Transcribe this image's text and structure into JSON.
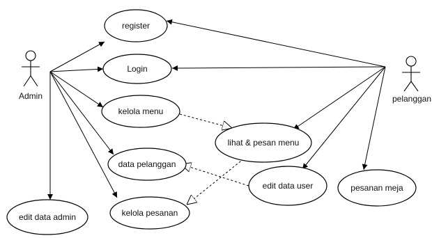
{
  "actors": {
    "admin": "Admin",
    "pelanggan": "pelanggan"
  },
  "use_cases": {
    "register": "register",
    "login": "Login",
    "kelola_menu": "kelola menu",
    "lihat_pesan_menu": "lihat & pesan menu",
    "data_pelanggan": "data pelanggan",
    "edit_data_user": "edit data user",
    "pesanan_meja": "pesanan meja",
    "edit_data_admin": "edit data admin",
    "kelola_pesanan": "kelola pesanan"
  },
  "associations": {
    "admin": [
      "register",
      "login",
      "kelola_menu",
      "data_pelanggan",
      "kelola_pesanan",
      "edit_data_admin"
    ],
    "pelanggan": [
      "register",
      "login",
      "lihat_pesan_menu",
      "edit_data_user",
      "pesanan_meja"
    ]
  },
  "dependencies": [
    [
      "kelola_menu",
      "lihat_pesan_menu"
    ],
    [
      "edit_data_user",
      "data_pelanggan"
    ],
    [
      "lihat_pesan_menu",
      "kelola_pesanan"
    ]
  ]
}
